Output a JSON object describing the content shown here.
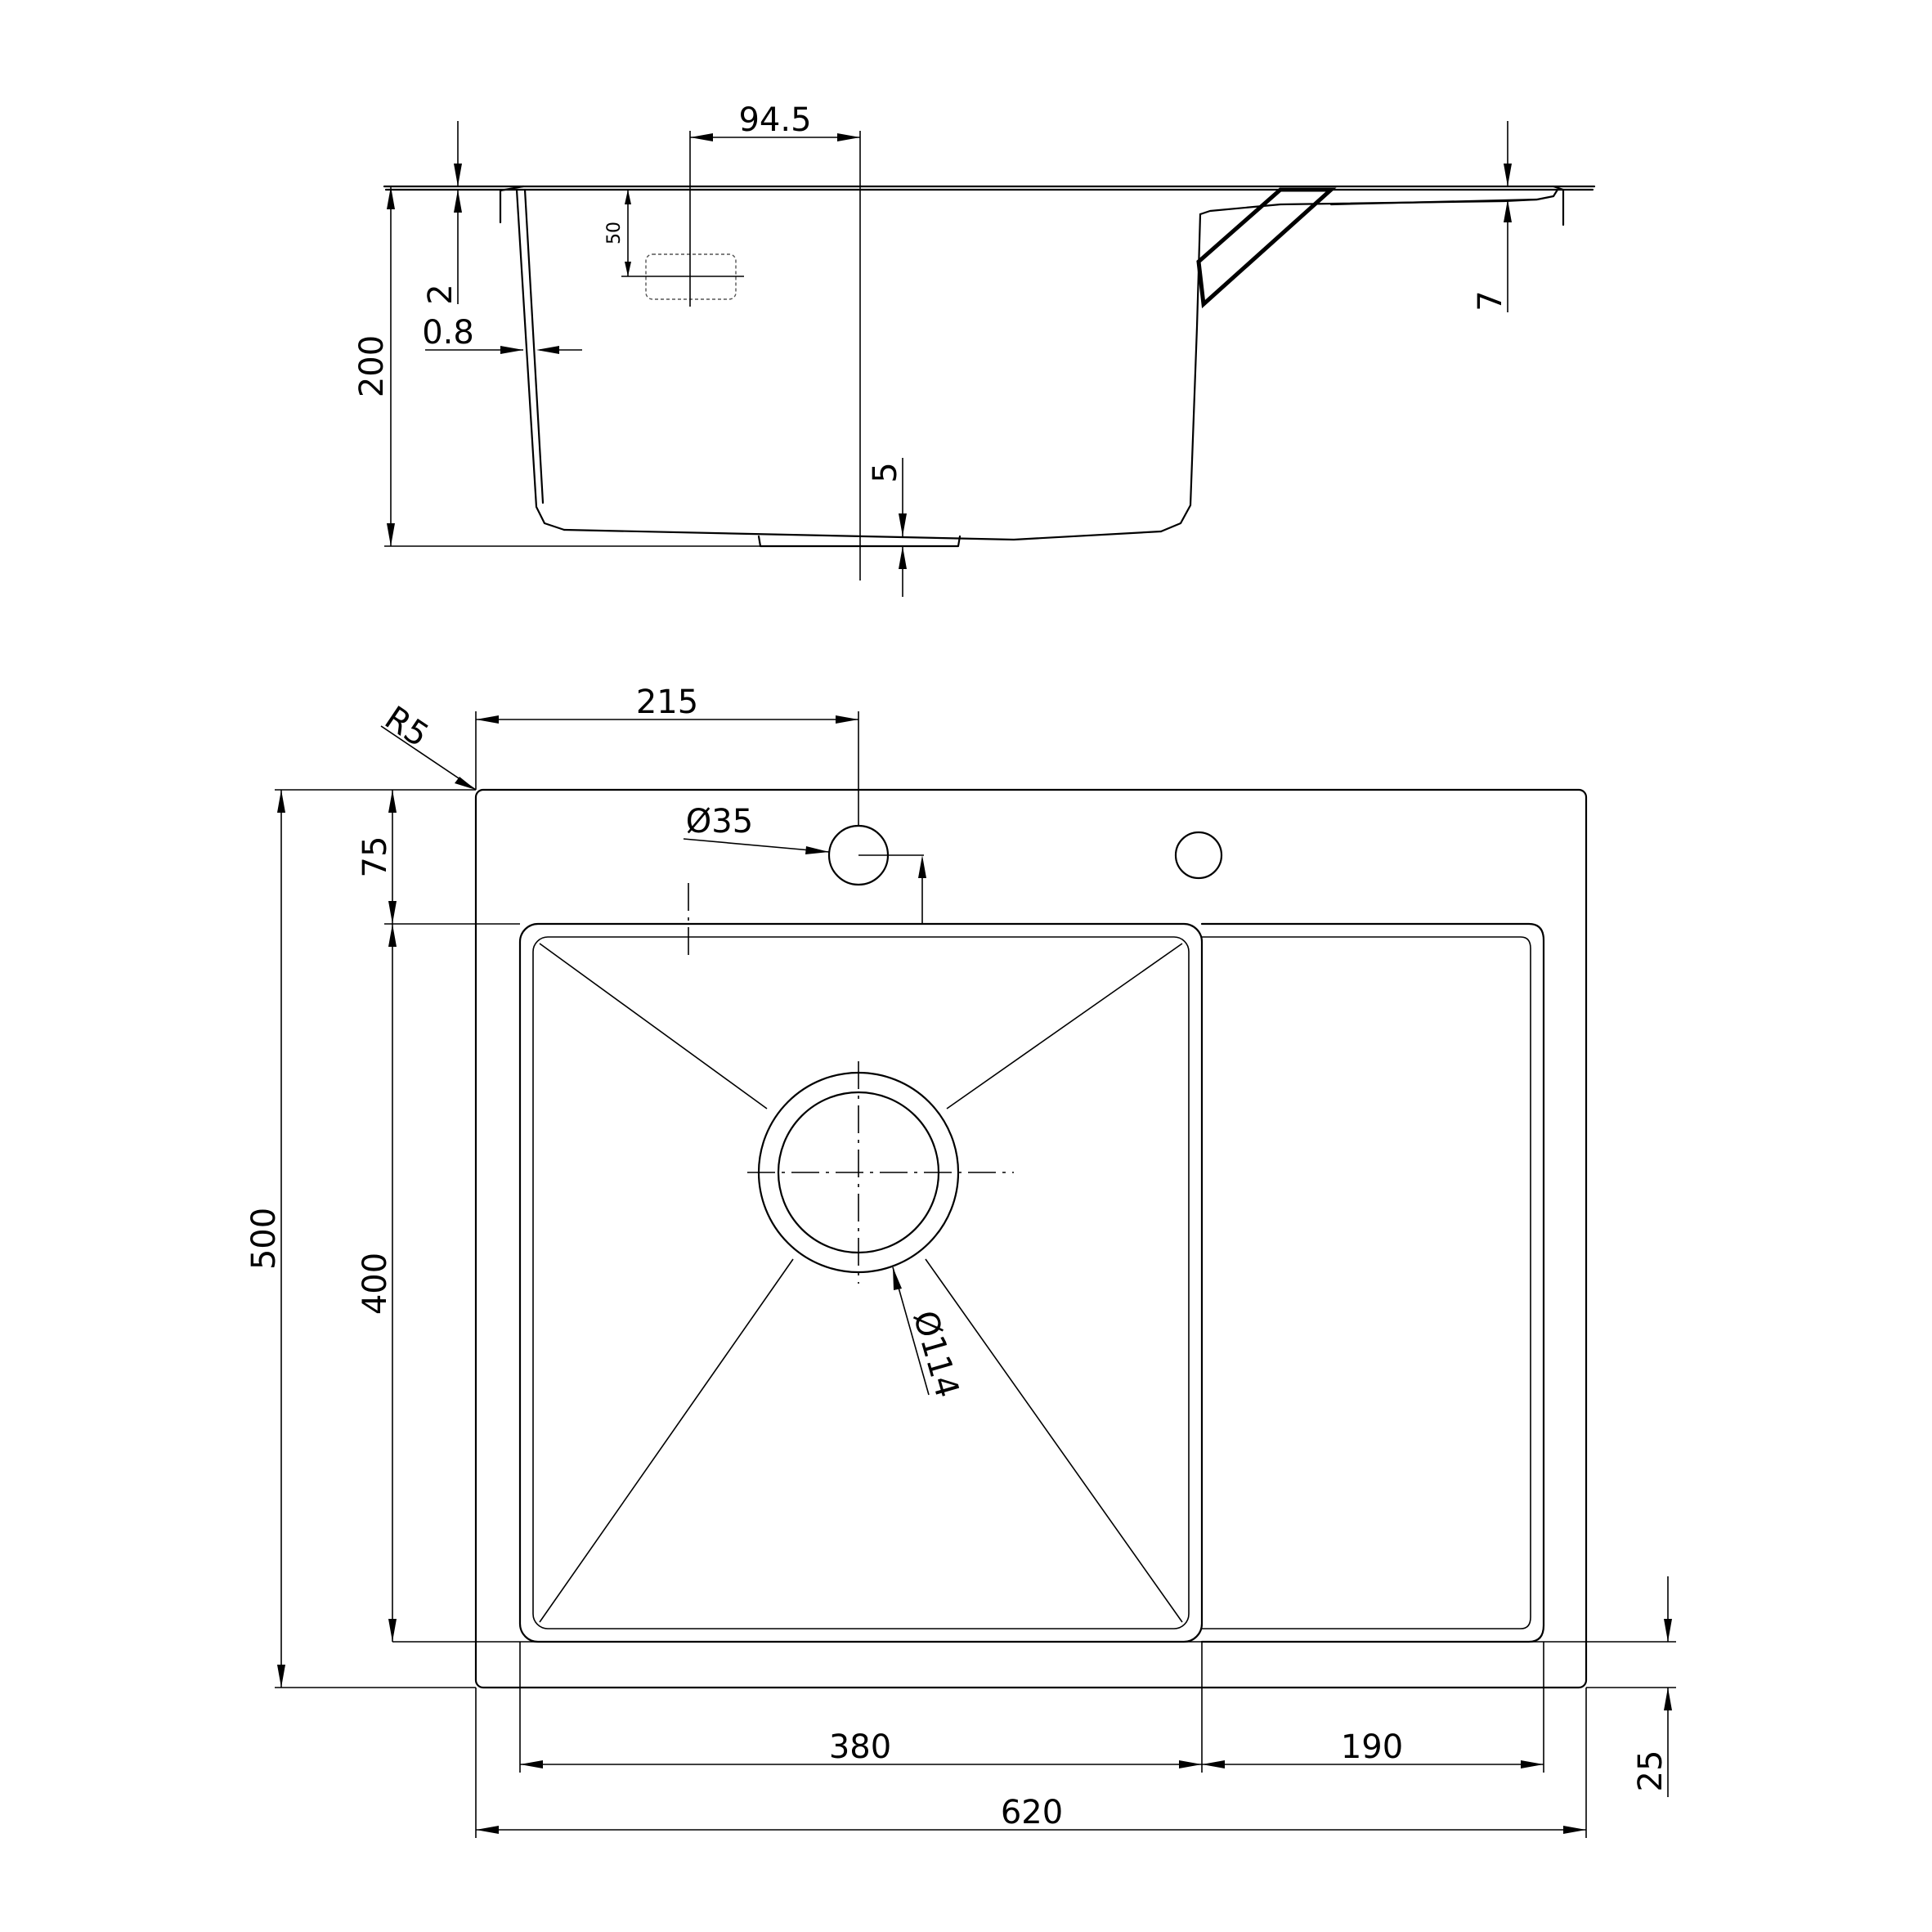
{
  "side_view": {
    "dim_94_5": "94.5",
    "dim_50": "50",
    "dim_2": "2",
    "dim_0_8": "0.8",
    "dim_200": "200",
    "dim_5": "5",
    "dim_7": "7"
  },
  "plan_view": {
    "dim_R5": "R5",
    "dim_215": "215",
    "dim_d35": "Ø35",
    "dim_75": "75",
    "dim_500": "500",
    "dim_400": "400",
    "dim_d114": "Ø114",
    "dim_380": "380",
    "dim_190": "190",
    "dim_620": "620",
    "dim_25": "25"
  }
}
